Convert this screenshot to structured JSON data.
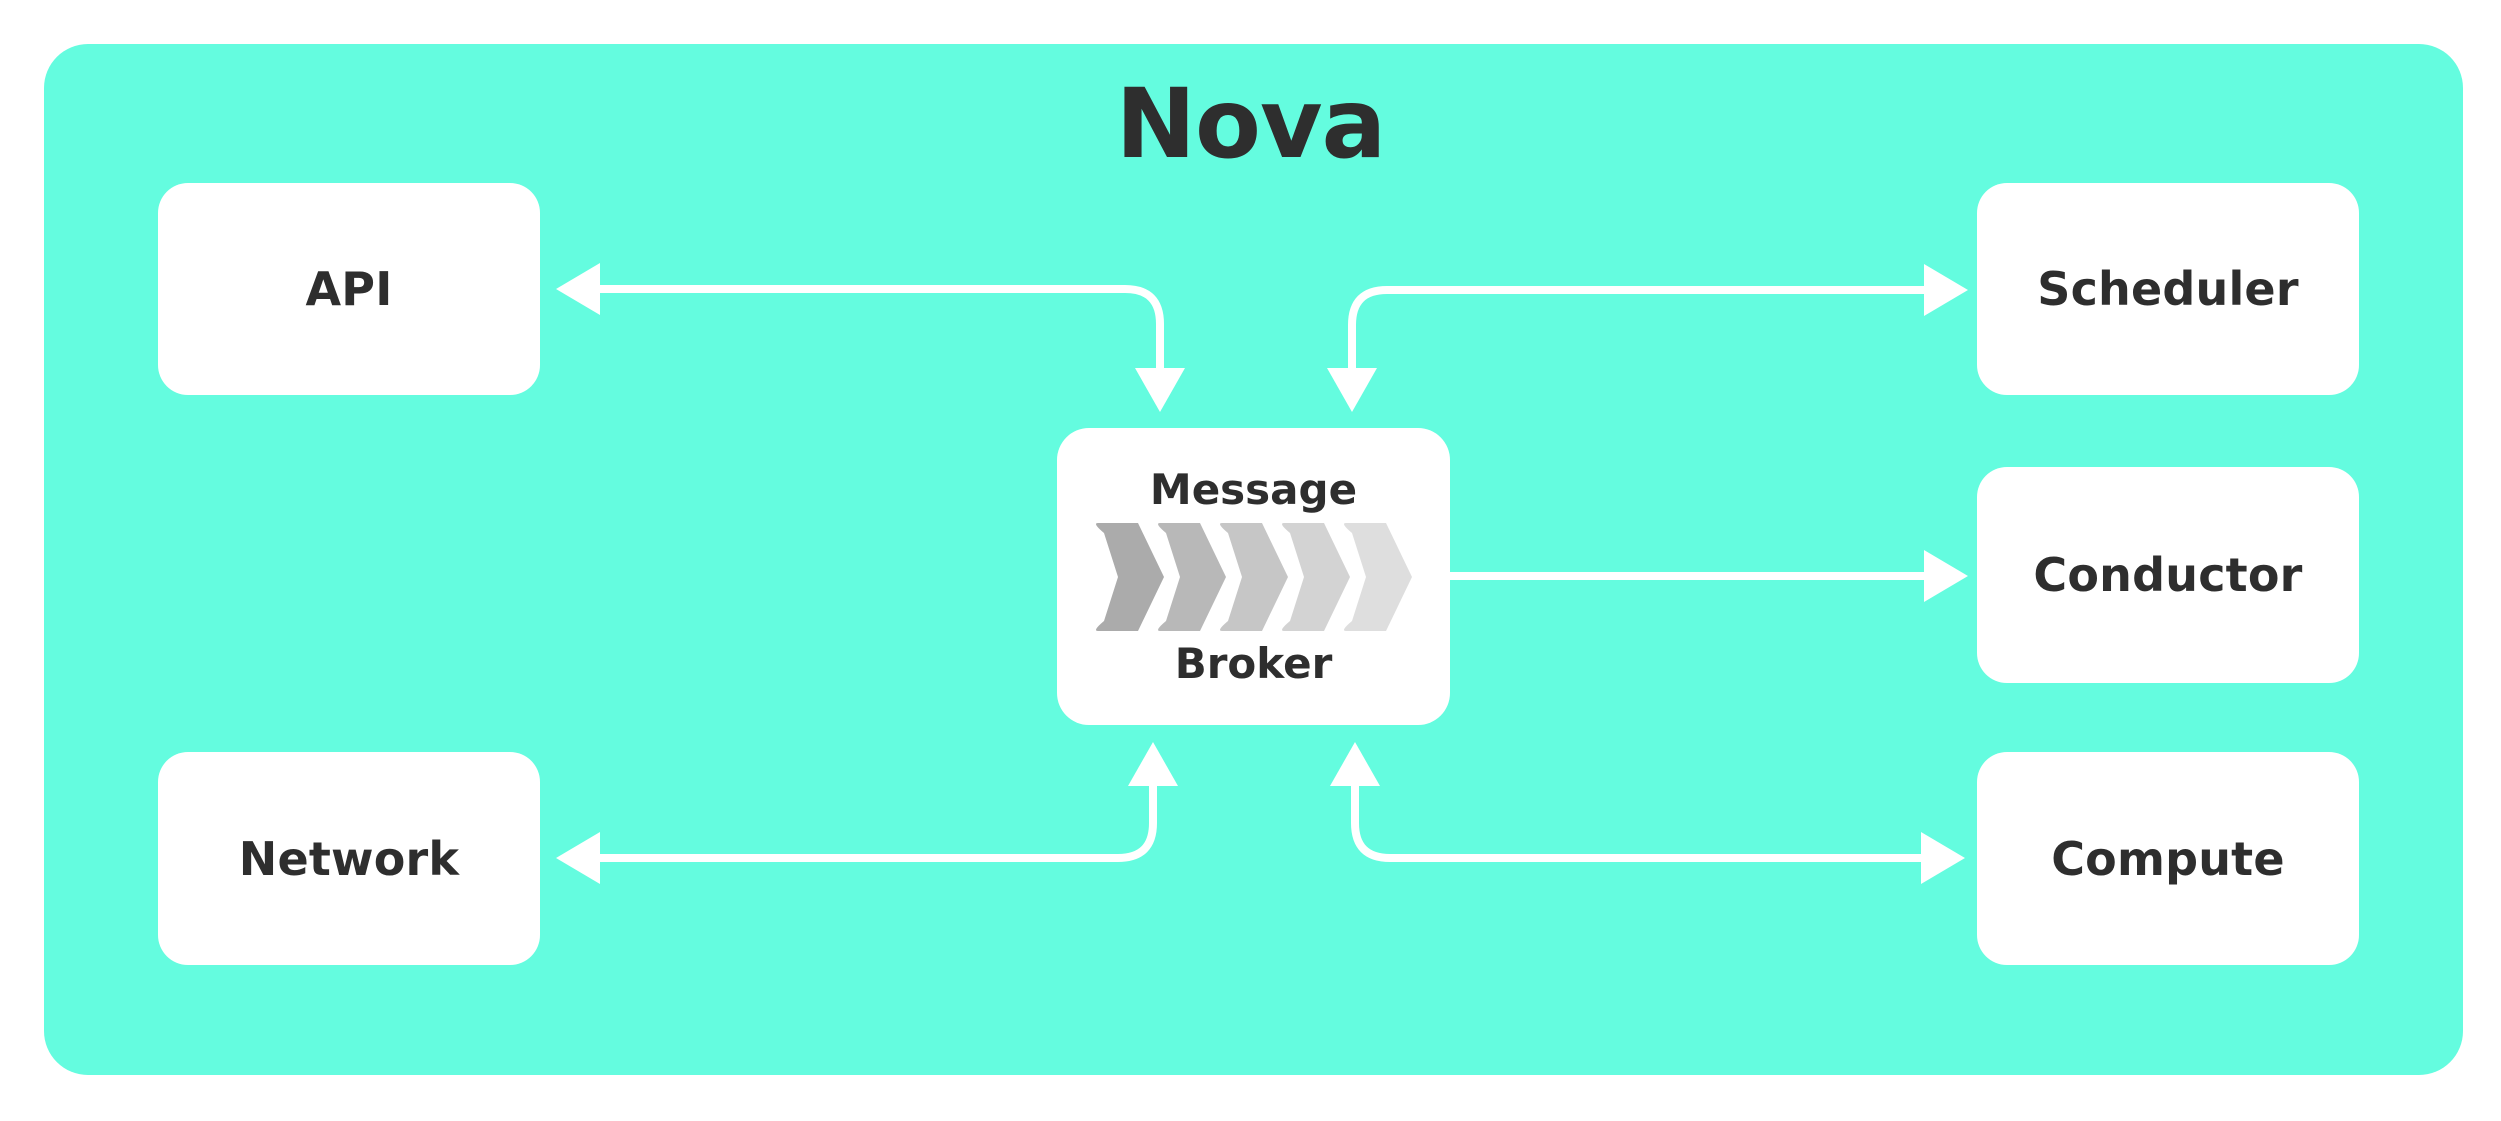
{
  "diagram": {
    "title": "Nova",
    "type": "architecture-block-diagram",
    "background_color": "#64fcdf",
    "node_fill": "#ffffff",
    "text_color": "#2e2e2e",
    "connector_color": "#ffffff"
  },
  "center_node": {
    "name": "message-broker",
    "line_top": "Message",
    "line_bottom": "Broker",
    "icon": "chevron-flow-icon",
    "chevron_count": 5,
    "chevron_colors": [
      "#ababab",
      "#b8b8b8",
      "#c6c6c6",
      "#d3d3d3",
      "#dedede"
    ]
  },
  "left_nodes": [
    {
      "name": "api",
      "label": "API"
    },
    {
      "name": "network",
      "label": "Network"
    }
  ],
  "right_nodes": [
    {
      "name": "scheduler",
      "label": "Scheduler"
    },
    {
      "name": "conductor",
      "label": "Conductor"
    },
    {
      "name": "compute",
      "label": "Compute"
    }
  ],
  "connections": [
    {
      "name": "api-broker",
      "from": "Message Broker",
      "to": "API",
      "style": "elbow",
      "direction": "bidirectional"
    },
    {
      "name": "scheduler-broker",
      "from": "Message Broker",
      "to": "Scheduler",
      "style": "elbow",
      "direction": "bidirectional"
    },
    {
      "name": "broker-conductor",
      "from": "Message Broker",
      "to": "Conductor",
      "style": "straight",
      "direction": "forward"
    },
    {
      "name": "network-broker",
      "from": "Network",
      "to": "Message Broker",
      "style": "elbow",
      "direction": "bidirectional"
    },
    {
      "name": "compute-broker",
      "from": "Compute",
      "to": "Message Broker",
      "style": "elbow",
      "direction": "bidirectional"
    }
  ]
}
